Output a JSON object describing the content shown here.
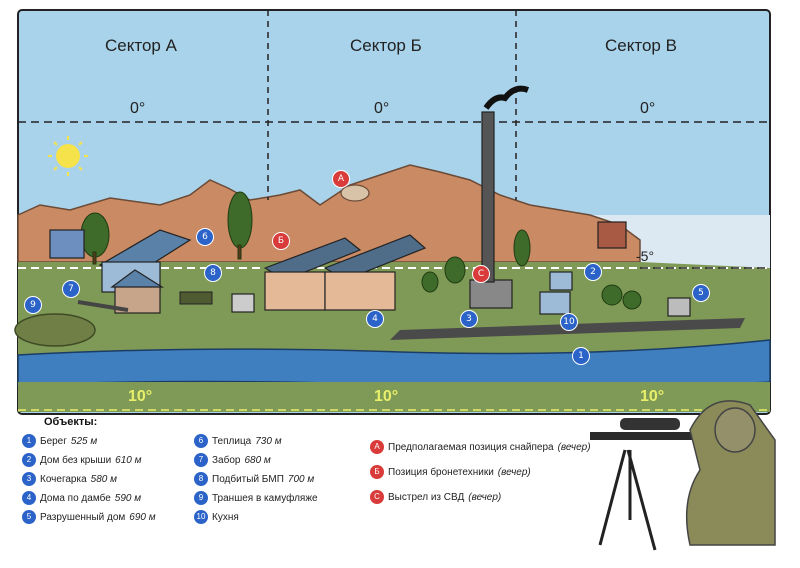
{
  "sectors": {
    "a": "Сектор А",
    "b": "Сектор Б",
    "c": "Сектор В"
  },
  "angles": {
    "top": "0°",
    "bottom": "10°",
    "side": "-5°"
  },
  "markers": {
    "n1": "1",
    "n2": "2",
    "n3": "3",
    "n4": "4",
    "n5": "5",
    "n6": "6",
    "n7": "7",
    "n8": "8",
    "n9": "9",
    "n10": "10",
    "a": "A",
    "b": "Б",
    "c": "С"
  },
  "legend": {
    "title": "Объекты:",
    "objects": [
      {
        "n": "1",
        "name": "Берег",
        "dist": "525 м"
      },
      {
        "n": "2",
        "name": "Дом без крыши",
        "dist": "610 м"
      },
      {
        "n": "3",
        "name": "Кочегарка",
        "dist": "580 м"
      },
      {
        "n": "4",
        "name": "Дома по дамбе",
        "dist": "590 м"
      },
      {
        "n": "5",
        "name": "Разрушенный дом",
        "dist": "690 м"
      },
      {
        "n": "6",
        "name": "Теплица",
        "dist": "730 м"
      },
      {
        "n": "7",
        "name": "Забор",
        "dist": "680 м"
      },
      {
        "n": "8",
        "name": "Подбитый БМП",
        "dist": "700 м"
      },
      {
        "n": "9",
        "name": "Траншея в камуфляже",
        "dist": ""
      },
      {
        "n": "10",
        "name": "Кухня",
        "dist": ""
      }
    ],
    "positions": [
      {
        "n": "A",
        "name": "Предполагаемая позиция снайпера",
        "note": "(вечер)"
      },
      {
        "n": "Б",
        "name": "Позиция бронетехники",
        "note": "(вечер)"
      },
      {
        "n": "С",
        "name": "Выстрел из СВД",
        "note": "(вечер)"
      }
    ]
  },
  "colors": {
    "sky": "#a9d3ea",
    "mountains": "#c98a64",
    "ground": "#7f9a56",
    "river": "#3f7fc0",
    "marker_blue": "#2b63c9",
    "marker_red": "#d93a3a"
  }
}
